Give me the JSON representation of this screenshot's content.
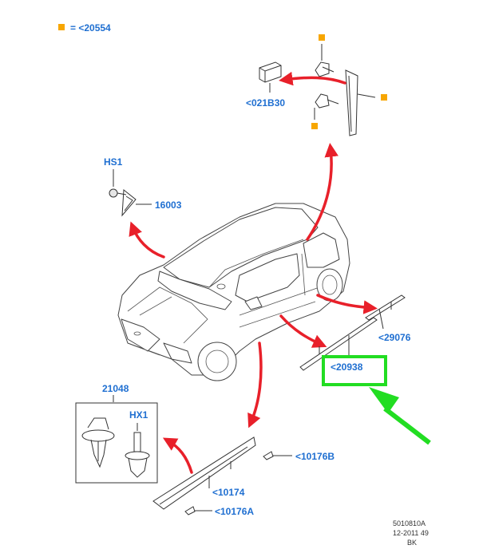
{
  "legend": {
    "text": "= <20554",
    "color": "#f7a600"
  },
  "labels": {
    "l_021B30": "<021B30",
    "l_HS1": "HS1",
    "l_16003": "16003",
    "l_29076": "<29076",
    "l_20938": "<20938",
    "l_21048": "21048",
    "l_HX1": "HX1",
    "l_10176B": "<10176B",
    "l_10174": "<10174",
    "l_10176A": "<10176A"
  },
  "footer": {
    "line1": "5010810A",
    "line2": "12-2011 49",
    "line3": "BK"
  },
  "colors": {
    "label_blue": "#1f6fd1",
    "arrow_red": "#e8202a",
    "highlight_green": "#22dd22",
    "marker_orange": "#f7a600"
  }
}
